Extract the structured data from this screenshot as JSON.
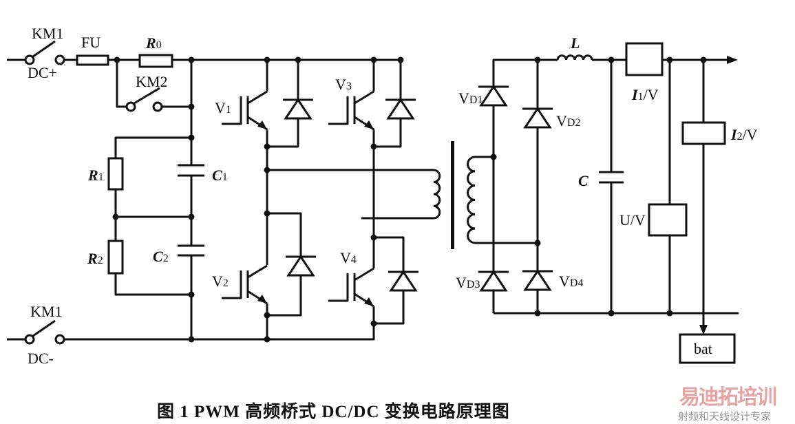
{
  "labels": {
    "km1_top": "KM1",
    "dc_plus": "DC+",
    "fu": "FU",
    "r0": {
      "main": "R",
      "sub": "0"
    },
    "km2": "KM2",
    "r1": {
      "main": "R",
      "sub": "1"
    },
    "r2": {
      "main": "R",
      "sub": "2"
    },
    "c1": {
      "main": "C",
      "sub": "1"
    },
    "c2": {
      "main": "C",
      "sub": "2"
    },
    "km1_bottom": "KM1",
    "dc_minus": "DC-",
    "v1": {
      "main": "V",
      "sub": "1"
    },
    "v2": {
      "main": "V",
      "sub": "2"
    },
    "v3": {
      "main": "V",
      "sub": "3"
    },
    "v4": {
      "main": "V",
      "sub": "4"
    },
    "vd1": {
      "main": "V",
      "sub": "D1"
    },
    "vd2": {
      "main": "V",
      "sub": "D2"
    },
    "vd3": {
      "main": "V",
      "sub": "D3"
    },
    "vd4": {
      "main": "V",
      "sub": "D4"
    },
    "l": "L",
    "c": "C",
    "i1v": {
      "main": "I",
      "sub": "1",
      "rest": "/V"
    },
    "i2v": {
      "main": "I",
      "sub": "2",
      "rest": "/V"
    },
    "uv": "U/V",
    "bat": "bat"
  },
  "caption": "图 1  PWM 高频桥式 DC/DC 变换电路原理图",
  "watermark": {
    "main": "易迪拓培训",
    "sub": "射频和天线设计专家"
  },
  "colors": {
    "wire": "#111111",
    "background": "#ffffff",
    "watermark": "#e7a3a3"
  }
}
